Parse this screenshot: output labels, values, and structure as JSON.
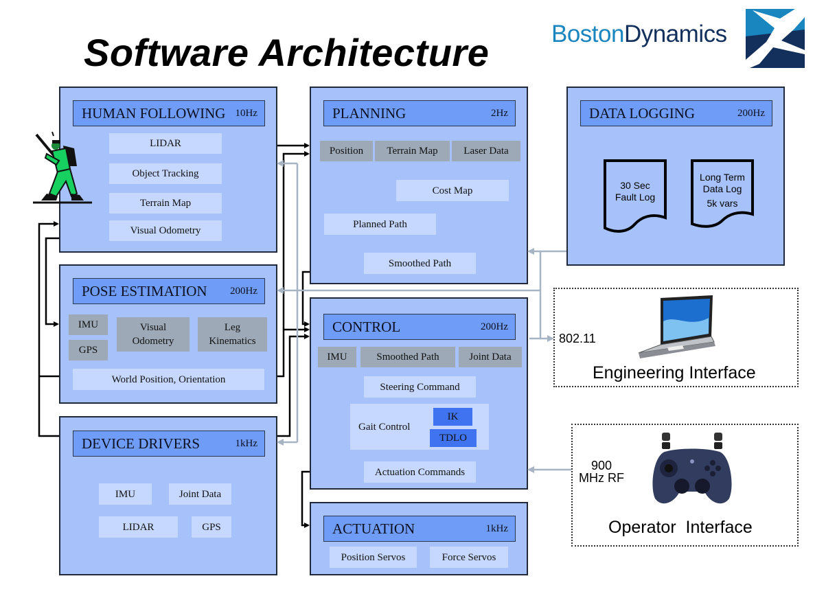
{
  "title": "Software Architecture",
  "brand": {
    "part1": "Boston",
    "part2": "Dynamics",
    "colors": {
      "light": "#1a86c0",
      "dark": "#13305c"
    }
  },
  "colors": {
    "module_bg": "#a7c2fb",
    "header_bg": "#6f9cf6",
    "item_bg": "#c6d8ff",
    "input_bg": "#9da9b6",
    "highlight_bg": "#3f73f0",
    "wired_link": "#000000",
    "wireless_link": "#a6b4c4"
  },
  "modules": {
    "human_following": {
      "name": "HUMAN FOLLOWING",
      "rate": "10Hz",
      "items": [
        "LIDAR",
        "Object Tracking",
        "Terrain Map",
        "Visual Odometry"
      ]
    },
    "pose_estimation": {
      "name": "POSE ESTIMATION",
      "rate": "200Hz",
      "inputs": [
        "IMU",
        "GPS",
        "Visual Odometry",
        "Leg Kinematics"
      ],
      "output": "World Position, Orientation"
    },
    "device_drivers": {
      "name": "DEVICE DRIVERS",
      "rate": "1kHz",
      "items": [
        "IMU",
        "Joint Data",
        "LIDAR",
        "GPS"
      ]
    },
    "planning": {
      "name": "PLANNING",
      "rate": "2Hz",
      "inputs": [
        "Position",
        "Terrain Map",
        "Laser Data"
      ],
      "steps": [
        "Cost Map",
        "Planned Path",
        "Smoothed Path"
      ]
    },
    "control": {
      "name": "CONTROL",
      "rate": "200Hz",
      "inputs": [
        "IMU",
        "Smoothed Path",
        "Joint Data"
      ],
      "steps": [
        "Steering Command",
        "Gait Control",
        "Actuation Commands"
      ],
      "gait_sub": [
        "IK",
        "TDLO"
      ]
    },
    "actuation": {
      "name": "ACTUATION",
      "rate": "1kHz",
      "items": [
        "Position Servos",
        "Force Servos"
      ]
    },
    "data_logging": {
      "name": "DATA LOGGING",
      "rate": "200Hz",
      "logs": [
        {
          "line1": "30 Sec",
          "line2": "Fault Log",
          "line3": ""
        },
        {
          "line1": "Long Term",
          "line2": "Data Log",
          "line3": "5k vars"
        }
      ]
    }
  },
  "interfaces": {
    "engineering": {
      "label": "Engineering Interface",
      "link": "802.11",
      "icon": "laptop-icon"
    },
    "operator": {
      "label": "Operator  Interface",
      "link_line1": "900",
      "link_line2": "MHz RF",
      "icon": "gamepad-icon"
    }
  },
  "figure": {
    "icon": "soldier-figure-icon"
  }
}
